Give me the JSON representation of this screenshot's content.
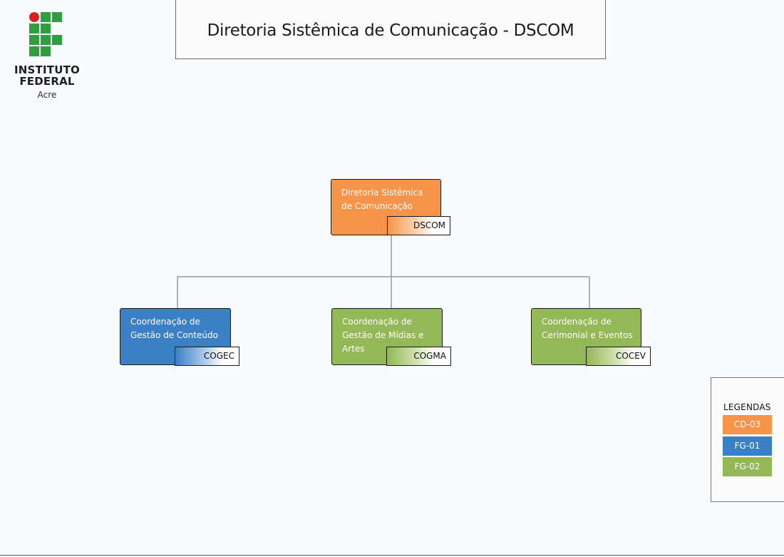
{
  "logo": {
    "line1": "INSTITUTO",
    "line2": "FEDERAL",
    "line3": "Acre"
  },
  "title": "Diretoria Sistêmica de Comunicação - DSCOM",
  "nodes": {
    "root": {
      "label": "Diretoria Sistêmica de Comunicação",
      "code": "DSCOM",
      "color": "#f6954a"
    },
    "cogec": {
      "label": "Coordenação de Gestão de Conteúdo",
      "code": "COGEC",
      "color": "#3b7fc4"
    },
    "cogma": {
      "label": "Coordenação de Gestão de Mídias e Artes",
      "code": "COGMA",
      "color": "#93b956"
    },
    "cocev": {
      "label": "Coordenação de Cerimonial e Eventos",
      "code": "COCEV",
      "color": "#93b956"
    }
  },
  "legend": {
    "title": "LEGENDAS",
    "items": [
      {
        "label": "CD-03",
        "color": "#f6954a"
      },
      {
        "label": "FG-01",
        "color": "#3b7fc4"
      },
      {
        "label": "FG-02",
        "color": "#93b956"
      }
    ]
  }
}
